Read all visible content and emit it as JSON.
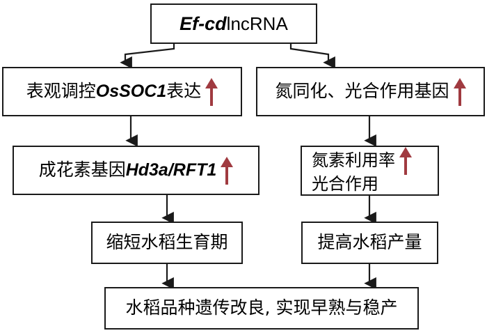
{
  "diagram": {
    "title": "Ef-cd lncRNA regulatory pathway flowchart",
    "accent_color": "#A03A40",
    "line_color": "#1a1a1a",
    "background": "#ffffff",
    "arrow_icon_name": "up-arrow-icon"
  },
  "nodes": {
    "root": {
      "gene_italic": "Ef-cd",
      "suffix": " lncRNA"
    },
    "left_1": {
      "prefix": "表观调控",
      "gene_italic": "OsSOC1",
      "suffix": "表达",
      "arrow": "up"
    },
    "right_1": {
      "text": "氮同化、光合作用基因",
      "arrow": "up"
    },
    "left_2": {
      "prefix": "成花素基因 ",
      "gene_italic": "Hd3a/RFT1",
      "arrow": "up"
    },
    "right_2": {
      "line1": "氮素利用率",
      "line2": "光合作用",
      "arrow": "up"
    },
    "left_3": {
      "text": "缩短水稻生育期"
    },
    "right_3": {
      "text": "提高水稻产量"
    },
    "bottom": {
      "text": "水稻品种遗传改良, 实现早熟与稳产"
    }
  },
  "edges": [
    {
      "from": "root",
      "to": "left_1"
    },
    {
      "from": "root",
      "to": "right_1"
    },
    {
      "from": "left_1",
      "to": "left_2"
    },
    {
      "from": "right_1",
      "to": "right_2"
    },
    {
      "from": "left_2",
      "to": "left_3"
    },
    {
      "from": "right_2",
      "to": "right_3"
    },
    {
      "from": "left_3",
      "to": "bottom"
    },
    {
      "from": "right_3",
      "to": "bottom"
    }
  ]
}
